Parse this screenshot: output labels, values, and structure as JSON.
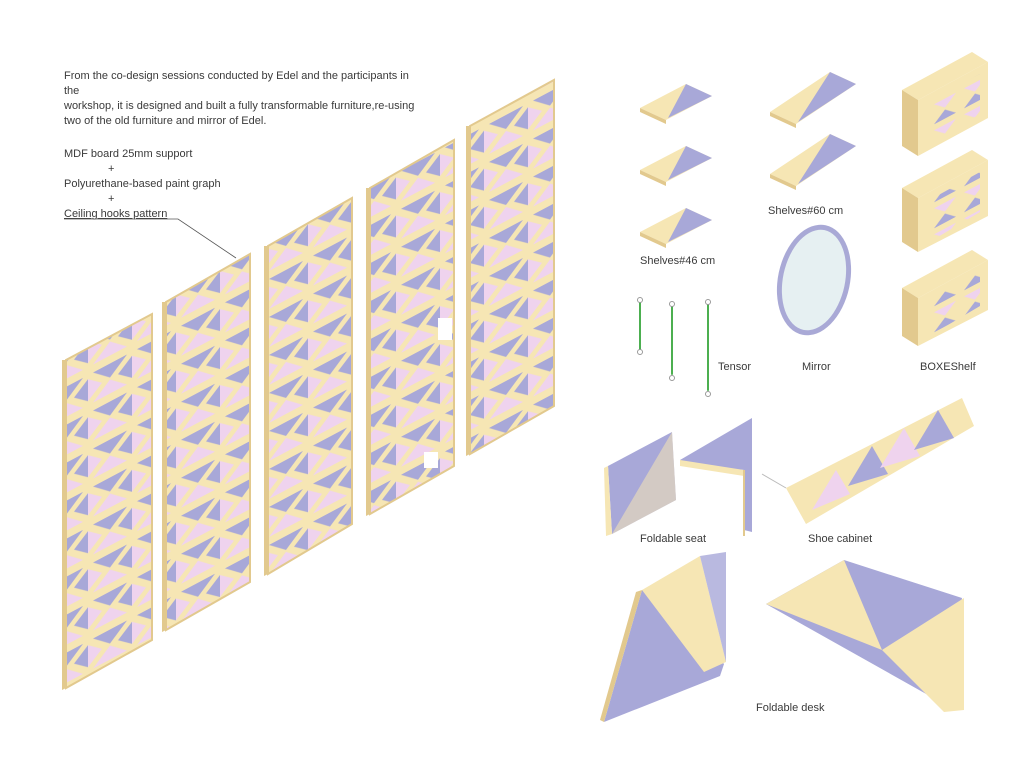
{
  "intro": {
    "line1": "From the co-design sessions conducted by Edel and the participants in the",
    "line2": "workshop, it is designed and built a fully transformable furniture,re-using",
    "line3": "two of the old furniture and mirror of Edel."
  },
  "materials": {
    "item1": "MDF board 25mm support",
    "plus1": "+",
    "item2": "Polyurethane-based paint graph",
    "plus2": "+",
    "item3": "Ceiling hooks pattern"
  },
  "labels": {
    "shelves46": "Shelves#46 cm",
    "shelves60": "Shelves#60 cm",
    "tensor": "Tensor",
    "mirror": "Mirror",
    "boxeshelf": "BOXEShelf",
    "foldable_seat": "Foldable seat",
    "shoe_cabinet": "Shoe cabinet",
    "foldable_desk": "Foldable desk"
  },
  "colors": {
    "wood": "#f6e6b4",
    "wood_edge": "#e2c98e",
    "lilac": "#a8a8d8",
    "pink": "#efd3ee",
    "mirror_glass": "#e6f0f2",
    "mirror_frame": "#a9a9d6",
    "tensor_green": "#4caf50"
  }
}
